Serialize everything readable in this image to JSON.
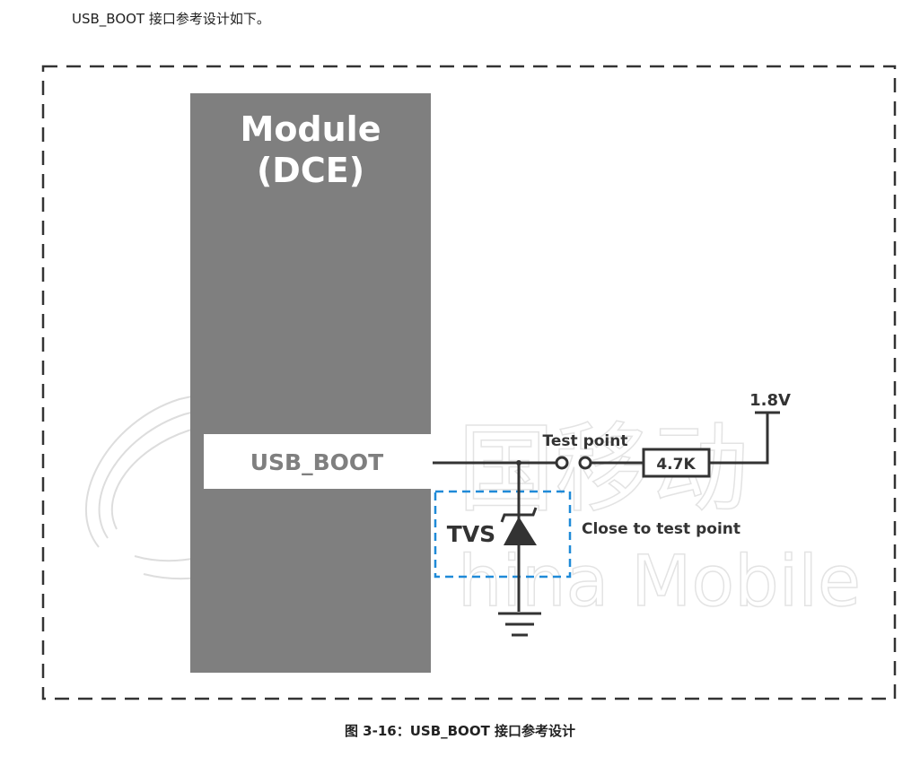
{
  "intro_text": "USB_BOOT 接口参考设计如下。",
  "diagram": {
    "module_title_line1": "Module",
    "module_title_line2": "(DCE)",
    "pin_label": "USB_BOOT",
    "test_point_label": "Test point",
    "resistor_label": "4.7K",
    "voltage_label": "1.8V",
    "tvs_label": "TVS",
    "tvs_note": "Close to test point",
    "watermark_text": "hina Mobile",
    "watermark_cn": "国移动"
  },
  "colors": {
    "module_fill": "#7f7f7f",
    "tvs_box": "#1f8ad8",
    "wire": "#333333"
  },
  "caption": "图 3-16：USB_BOOT 接口参考设计"
}
